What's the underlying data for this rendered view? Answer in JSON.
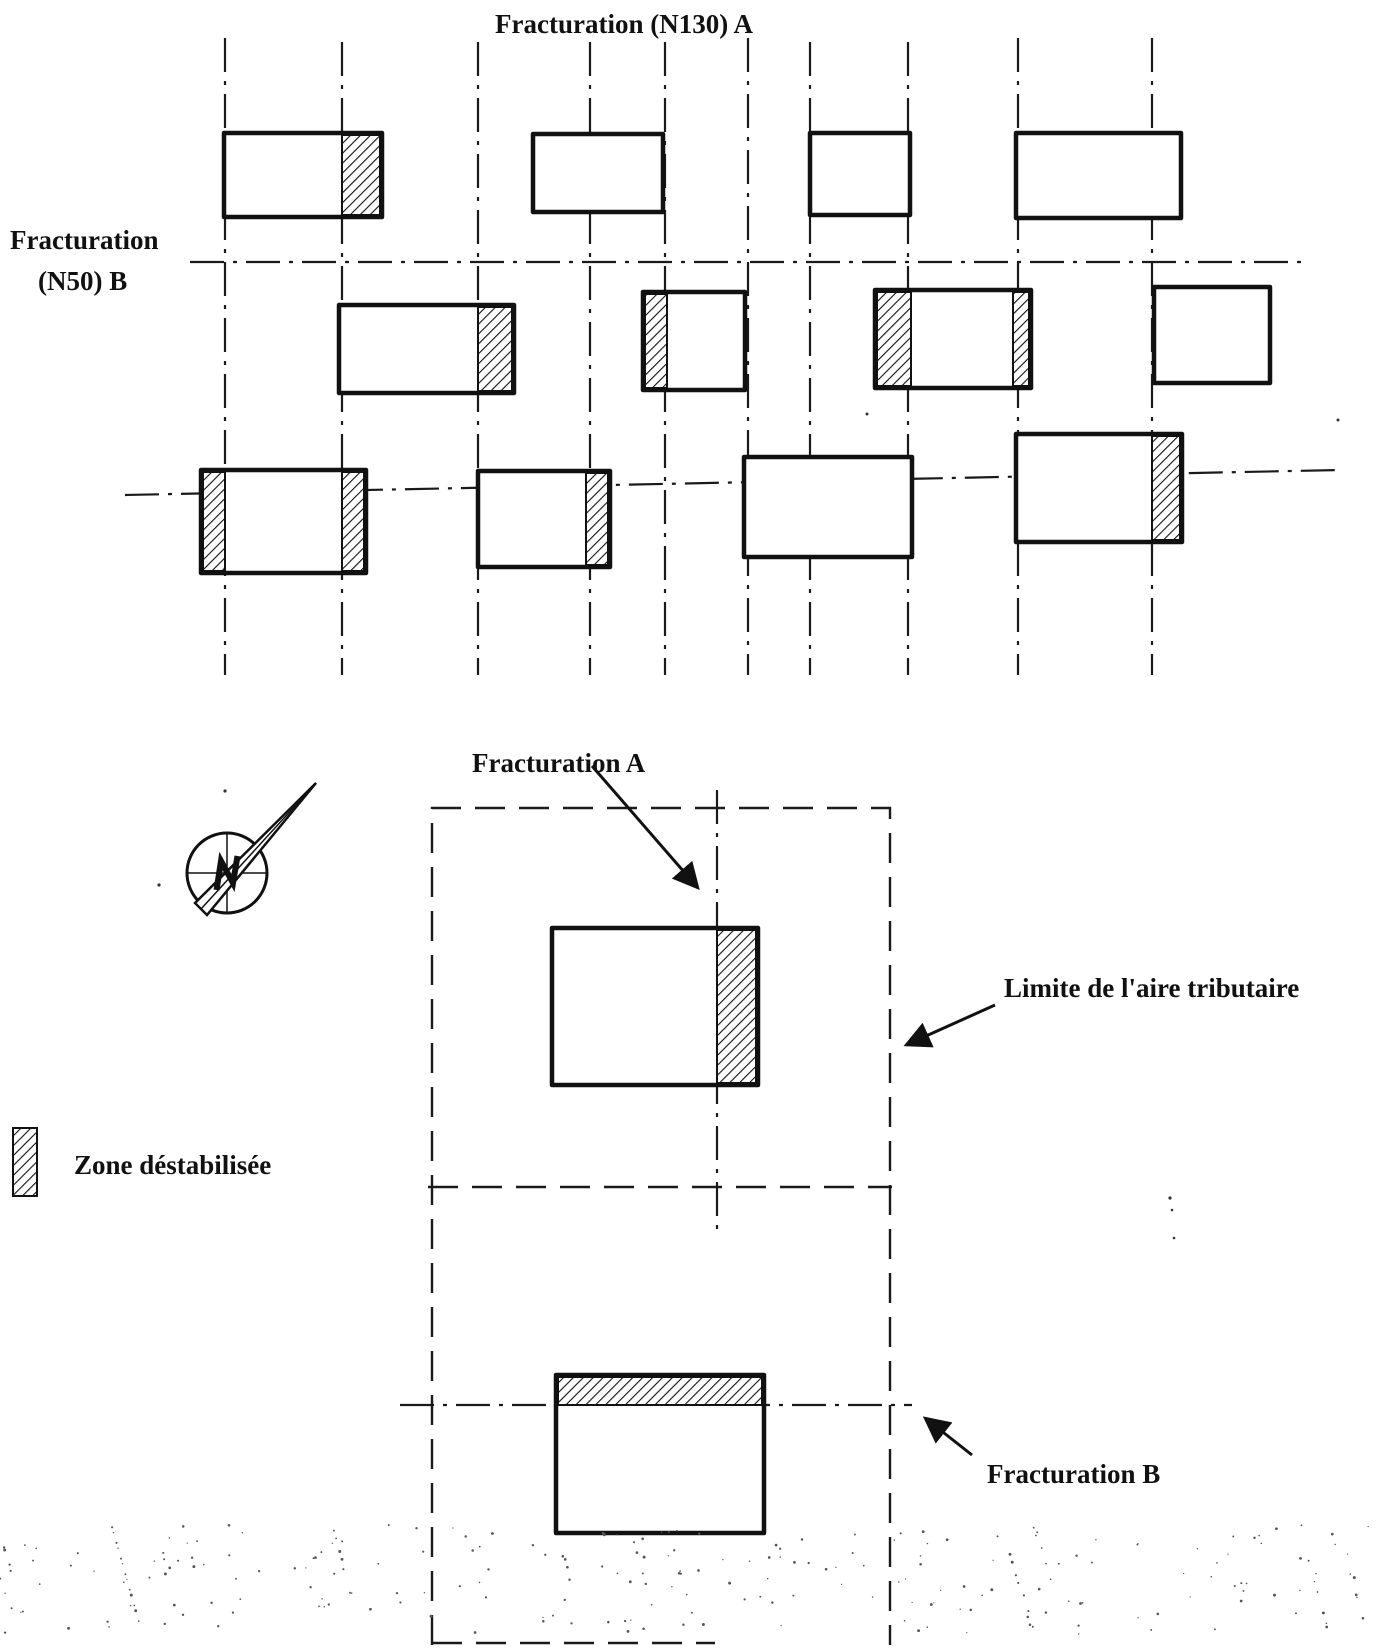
{
  "labels": {
    "fracturation_n130_a": "Fracturation (N130) A",
    "fracturation_n50_b_line1": "Fracturation",
    "fracturation_n50_b_line2": "(N50) B",
    "fracturation_a": "Fracturation A",
    "limite_aire_tributaire": "Limite de l'aire tributaire",
    "zone_destabilisee": "Zone déstabilisée",
    "fracturation_b": "Fracturation B"
  },
  "icons": {
    "north_arrow": "north-arrow-compass-icon",
    "legend_swatch": "hatched-swatch"
  },
  "colors": {
    "ink": "#111111",
    "background": "#ffffff"
  }
}
